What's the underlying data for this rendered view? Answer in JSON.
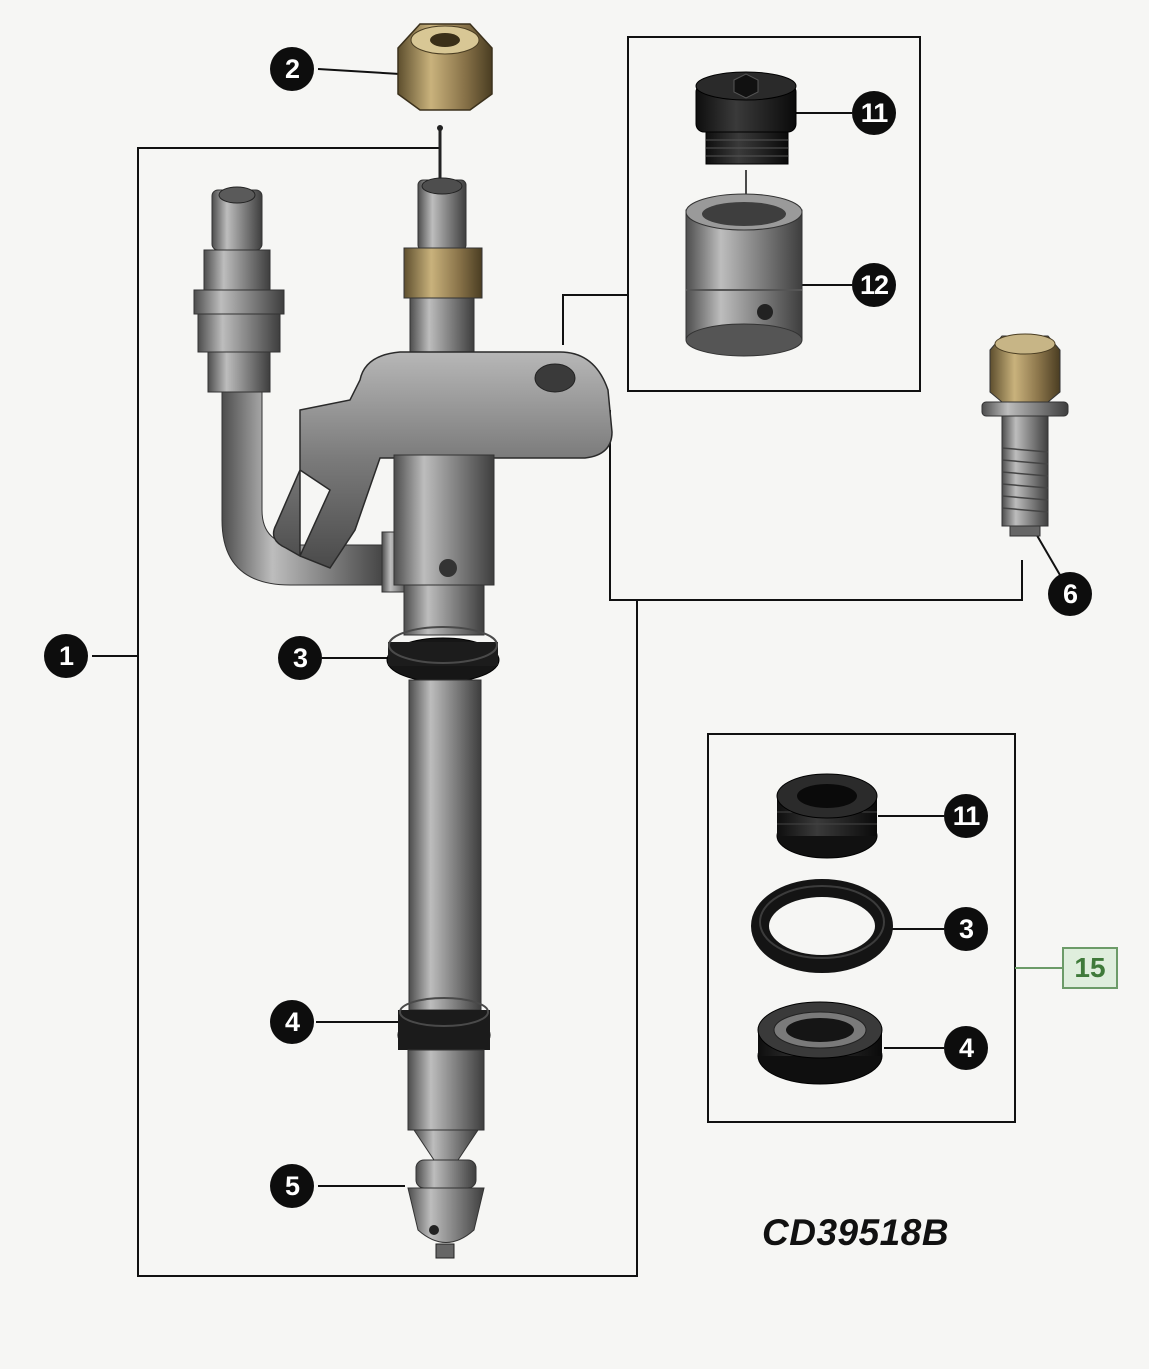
{
  "callouts": {
    "injector_assembly": "1",
    "nut": "2",
    "o_ring_upper": "3",
    "seal_lower": "4",
    "nozzle_tip": "5",
    "cap_screw": "6",
    "plug": "11",
    "sleeve": "12",
    "kit_washer": "11",
    "kit_o_ring": "3",
    "kit_seal": "4"
  },
  "kit_label": "15",
  "figure_code": "CD39518B",
  "colors": {
    "background": "#f6f6f4",
    "callout_fill": "#0d0d0d",
    "kit_badge_fill": "#dfeedd",
    "kit_badge_text": "#3f7a3a",
    "steel": "#8d8d8d",
    "brass": "#a0895a",
    "rubber": "#151515"
  }
}
